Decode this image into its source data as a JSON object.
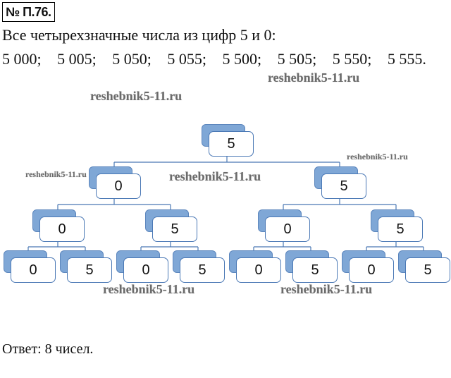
{
  "problem_number": "№ П.76.",
  "statement": "Все четырехзначные числа из цифр 5 и 0:",
  "numbers": [
    "5 000;",
    "5 005;",
    "5 050;",
    "5 055;",
    "5 500;",
    "5 505;",
    "5 550;",
    "5  555."
  ],
  "tree": {
    "root": "5",
    "level1": [
      "0",
      "5"
    ],
    "level2": [
      "0",
      "5",
      "0",
      "5"
    ],
    "level3": [
      "0",
      "5",
      "0",
      "5",
      "0",
      "5",
      "0",
      "5"
    ]
  },
  "watermark": "reshebnik5-11.ru",
  "answer": "Ответ: 8 чисел."
}
